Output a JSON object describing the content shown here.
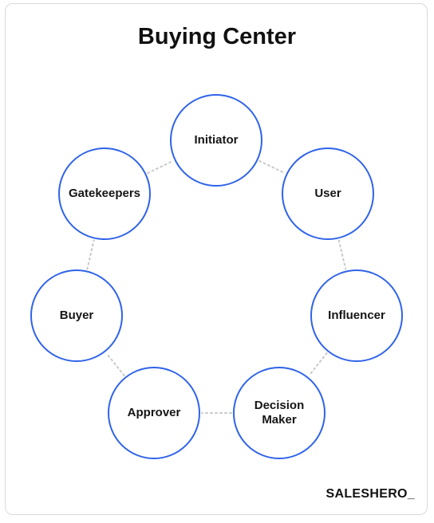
{
  "title": "Buying Center",
  "brand": "SALESHERO_",
  "colors": {
    "node_border": "#2f63e8",
    "connector": "#c8c8c8",
    "text": "#151515"
  },
  "nodes": [
    {
      "id": "initiator",
      "label": "Initiator"
    },
    {
      "id": "user",
      "label": "User"
    },
    {
      "id": "influencer",
      "label": "Influencer"
    },
    {
      "id": "decision-maker",
      "label": "Decision\nMaker"
    },
    {
      "id": "approver",
      "label": "Approver"
    },
    {
      "id": "buyer",
      "label": "Buyer"
    },
    {
      "id": "gatekeepers",
      "label": "Gatekeepers"
    }
  ],
  "connections": [
    [
      "initiator",
      "user"
    ],
    [
      "user",
      "influencer"
    ],
    [
      "influencer",
      "decision-maker"
    ],
    [
      "decision-maker",
      "approver"
    ],
    [
      "approver",
      "buyer"
    ],
    [
      "buyer",
      "gatekeepers"
    ],
    [
      "gatekeepers",
      "initiator"
    ]
  ]
}
